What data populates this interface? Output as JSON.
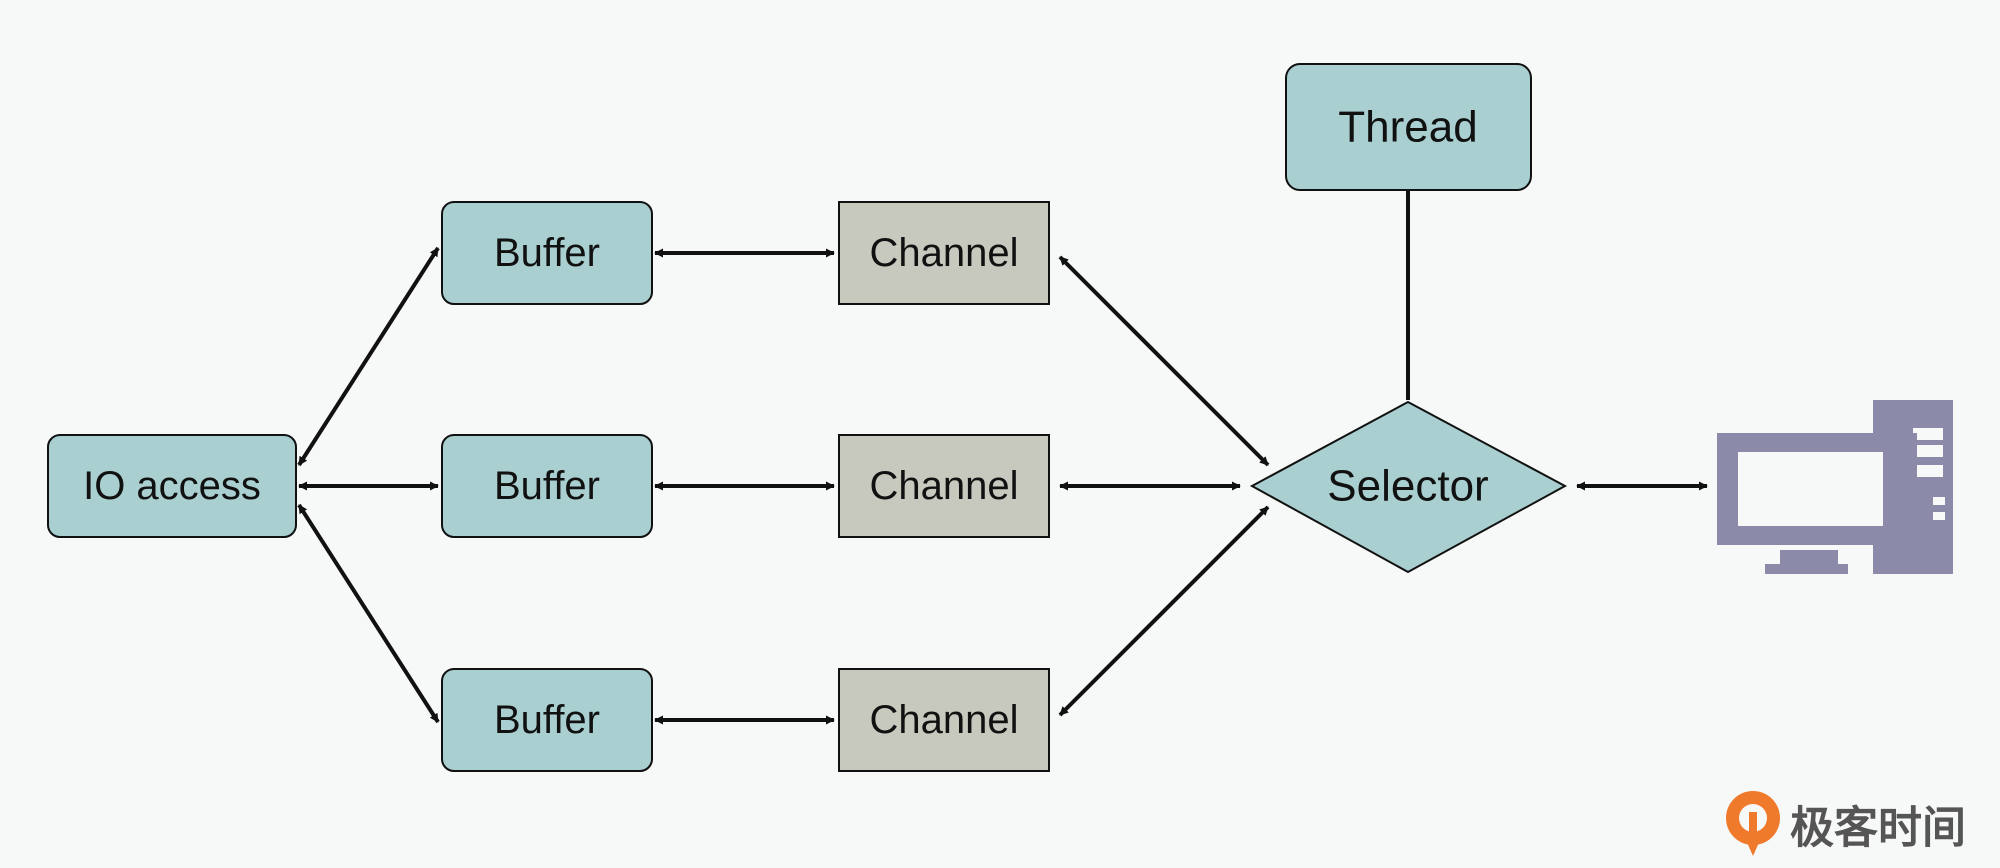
{
  "colors": {
    "background": "#f7f9f9",
    "teal_fill": "#a9cfd0",
    "channel_fill": "#c8c9be",
    "stroke": "#111111",
    "computer": "#8b8aa8",
    "brand_orange": "#f07a2c",
    "brand_text": "#555555"
  },
  "nodes": {
    "io_access": "IO access",
    "buffer_top": "Buffer",
    "buffer_mid": "Buffer",
    "buffer_bottom": "Buffer",
    "channel_top": "Channel",
    "channel_mid": "Channel",
    "channel_bottom": "Channel",
    "selector": "Selector",
    "thread": "Thread"
  },
  "icons": {
    "computer": "computer-icon",
    "logo": "geekbang-logo-icon"
  },
  "brand": {
    "name": "极客时间"
  }
}
